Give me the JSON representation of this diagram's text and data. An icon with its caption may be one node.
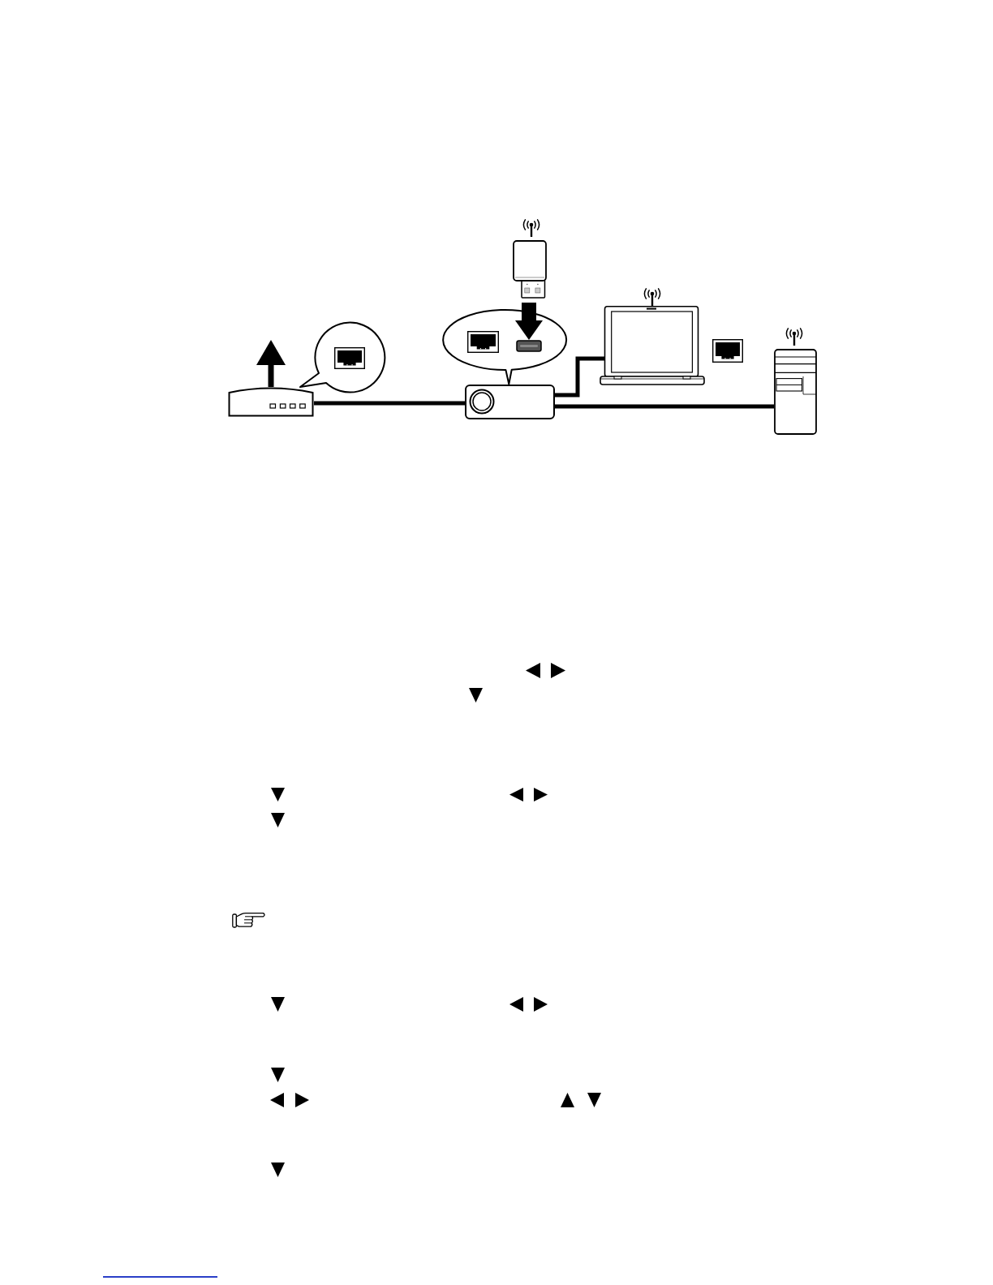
{
  "diagram": {
    "nodes": [
      {
        "text": [],
        "shape": "picture"
      },
      {
        "text": [],
        "shape": "circle"
      },
      {
        "text": [],
        "shape": "picture"
      },
      {
        "text": [],
        "shape": "ellipse"
      },
      {
        "text": [],
        "shape": "picture",
        "in": 3
      },
      {
        "text": [],
        "shape": "picture"
      },
      {
        "text": [],
        "shape": "picture"
      },
      {
        "text": [],
        "shape": "picture"
      }
    ],
    "edges": [
      {
        "from": 0,
        "to": null,
        "arrow": "to"
      },
      {
        "from": 2,
        "to": 4,
        "arrow": "to"
      },
      {
        "from": 0,
        "to": 5,
        "arrow": "none"
      },
      {
        "from": 5,
        "to": 6,
        "arrow": "none"
      },
      {
        "from": 5,
        "to": 7,
        "arrow": "none"
      }
    ]
  }
}
